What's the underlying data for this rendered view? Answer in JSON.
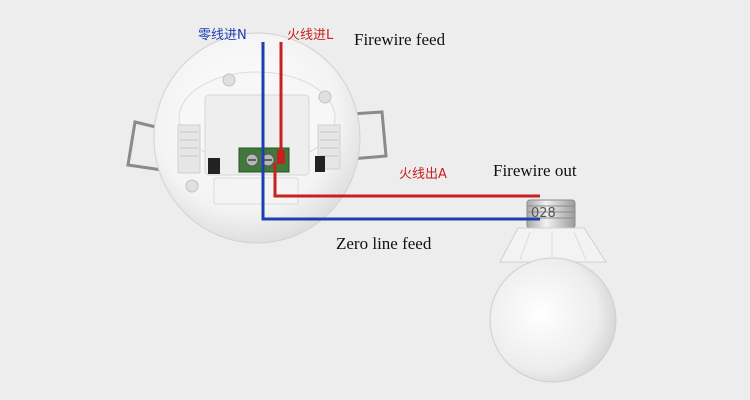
{
  "labels": {
    "neutral_in": "零线进N",
    "live_in": "火线进L",
    "firewire_feed": "Firewire feed",
    "live_out": "火线出A",
    "firewire_out": "Firewire out",
    "zero_line_feed": "Zero line feed",
    "bulb_marking": "028"
  },
  "colors": {
    "neutral_wire": "#1f3fb0",
    "live_wire": "#c8201e",
    "terminal_block": "#3f7a3a",
    "background": "#ededed"
  }
}
